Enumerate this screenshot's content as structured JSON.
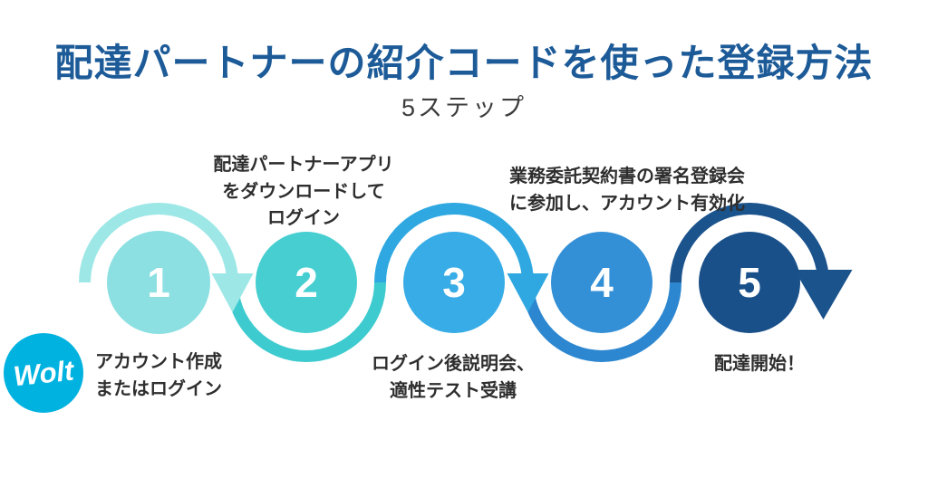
{
  "page": {
    "title": "配達パートナーの紹介コードを使った登録方法",
    "subtitle": "5ステップ"
  },
  "colors": {
    "title_color": "#1d5b98",
    "subtitle_color": "#3d3d3d",
    "label_color": "#2e2e2e",
    "number_color": "#ffffff",
    "background": "#ffffff"
  },
  "brand": {
    "name": "Wolt",
    "logo_bg_color": "#00b2e0",
    "logo_text_color": "#ffffff"
  },
  "steps": [
    {
      "number": "1",
      "label": "アカウント作成\nまたはログイン",
      "label_position": "below",
      "circle_color": "#8ce0e2",
      "arc_color": "#9de7e7"
    },
    {
      "number": "2",
      "label": "配達パートナーアプリ\nをダウンロードして\nログイン",
      "label_position": "above",
      "circle_color": "#46ced1",
      "arc_color": "#3ecbcf"
    },
    {
      "number": "3",
      "label": "ログイン後説明会、\n適性テスト受講",
      "label_position": "below",
      "circle_color": "#38ace6",
      "arc_color": "#2fa8e1"
    },
    {
      "number": "4",
      "label": "業務委託契約書の署名登録会\nに参加し、アカウント有効化",
      "label_position": "above",
      "circle_color": "#338fd6",
      "arc_color": "#2d87d0"
    },
    {
      "number": "5",
      "label": "配達開始！",
      "label_position": "below",
      "circle_color": "#19508a",
      "arc_color": "#1b538c"
    }
  ]
}
